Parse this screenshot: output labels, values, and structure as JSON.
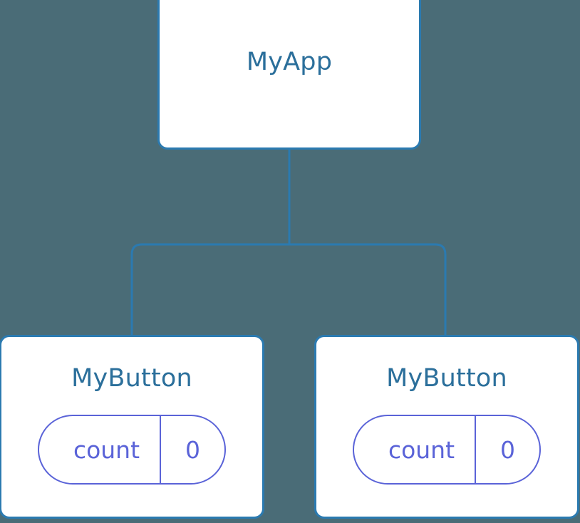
{
  "diagram": {
    "type": "component-tree",
    "background_color": "#4a6c77",
    "edge_color": "#2b7ab0",
    "node_border_color": "#2b7ab0",
    "node_fill_color": "#ffffff",
    "node_title_color": "#2b6f9b",
    "state_accent_color": "#5a63d8",
    "root": {
      "title": "MyApp"
    },
    "children": [
      {
        "title": "MyButton",
        "state": {
          "key": "count",
          "value": "0"
        }
      },
      {
        "title": "MyButton",
        "state": {
          "key": "count",
          "value": "0"
        }
      }
    ]
  }
}
